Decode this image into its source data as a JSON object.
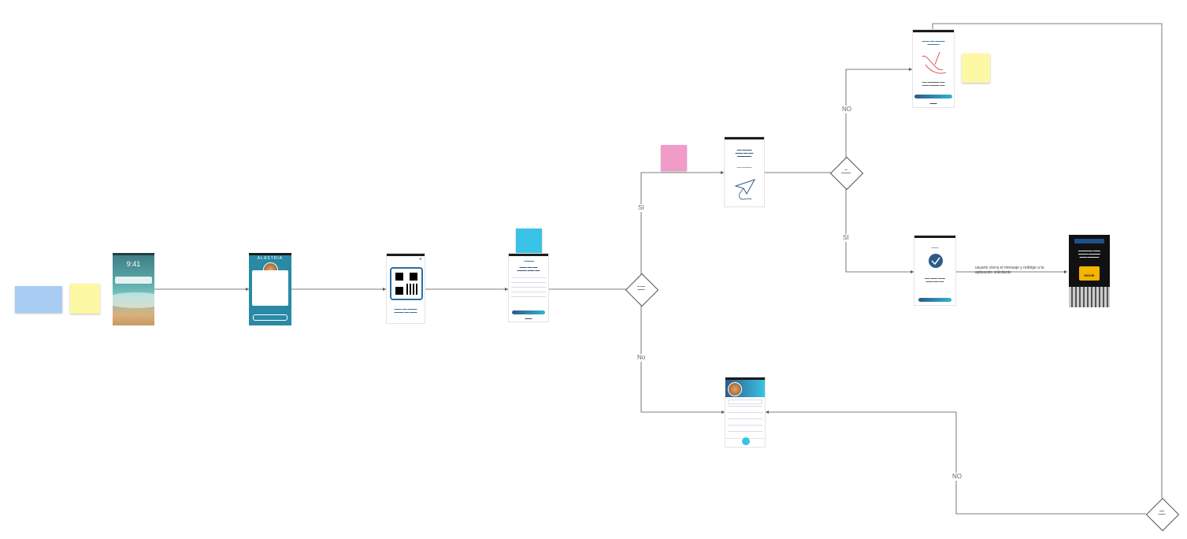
{
  "edge_labels": {
    "si_top": "SI",
    "no_bottom": "No",
    "no_right": "NO",
    "si_right": "SI",
    "no_bottom_right": "NO"
  },
  "side_text": {
    "redirect": "usuario cierra el mensaje y redirige a la aplicación solicitante"
  },
  "colors": {
    "line": "#555555",
    "note_blue": "#a9cdf2",
    "note_yellow": "#fdf8a4",
    "note_pink": "#f09bc8",
    "note_cyan": "#39c3e6",
    "accent": "#2e5a8a"
  },
  "screens": {
    "lock": {
      "time": "9:41"
    },
    "alastria": {
      "brand": "ALASTRIA"
    },
    "movie": {
      "badge": "MOVIE"
    }
  }
}
